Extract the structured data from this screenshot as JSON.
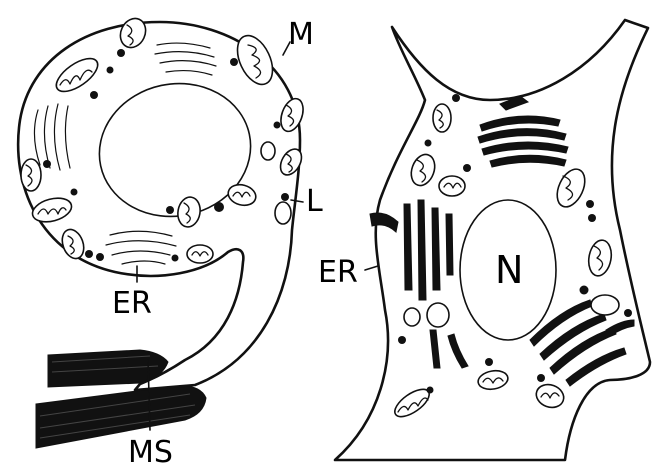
{
  "figure": {
    "left_cell": {
      "labels": {
        "mitochondria": "M",
        "lysosome": "L",
        "endoplasmic_reticulum": "ER",
        "muscle": "MS"
      }
    },
    "right_cell": {
      "labels": {
        "endoplasmic_reticulum": "ER",
        "nucleus": "N"
      }
    }
  }
}
